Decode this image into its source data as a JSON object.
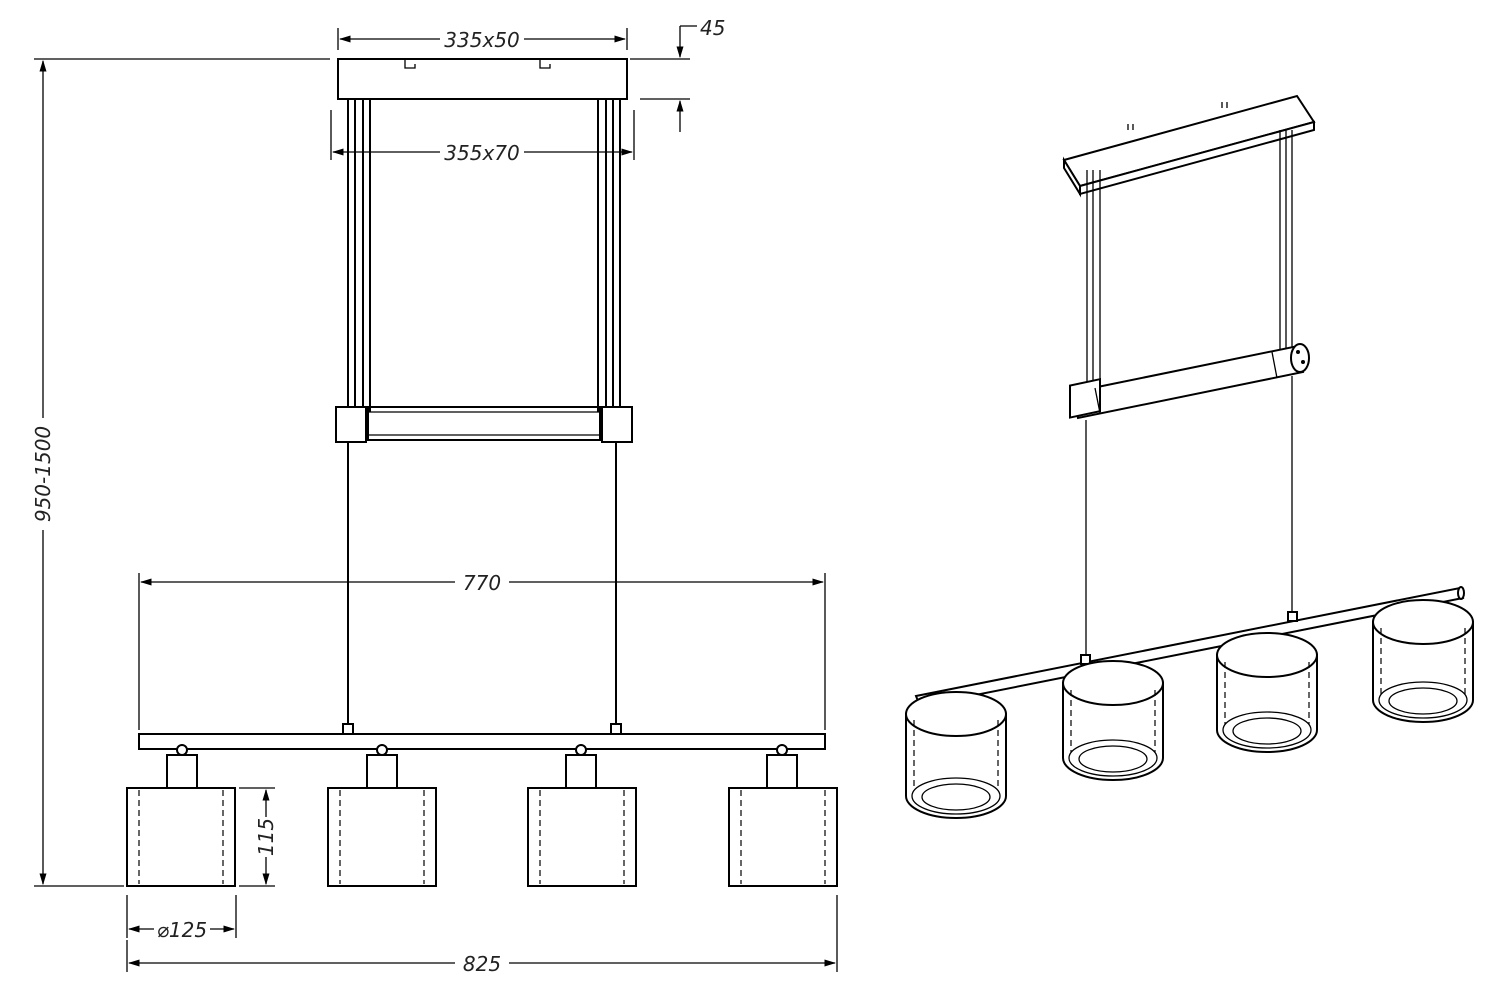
{
  "dimensions": {
    "canopy": "335x50",
    "canopy_height": "45",
    "bracket": "355x70",
    "height_range": "950-1500",
    "bar_width": "770",
    "shade_height": "115",
    "shade_diameter": "⌀125",
    "total_width": "825"
  }
}
